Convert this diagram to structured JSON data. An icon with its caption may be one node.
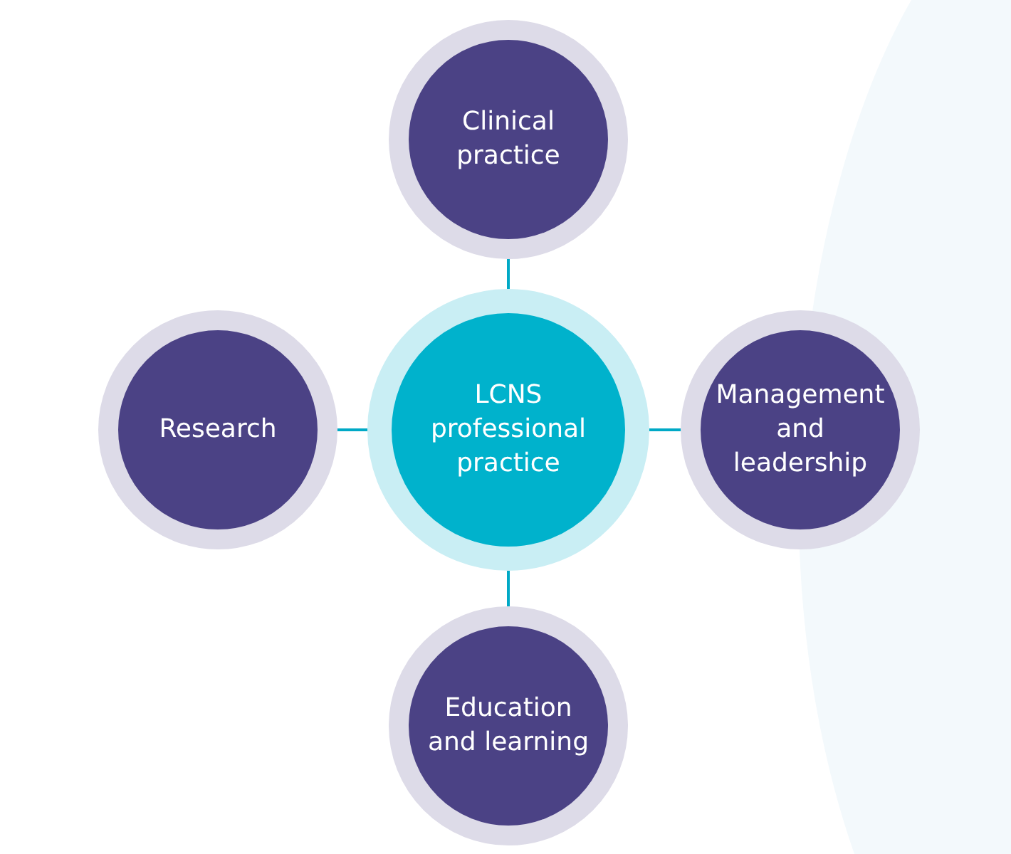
{
  "diagram": {
    "nodes": [
      {
        "text": [
          "Clinical practice"
        ]
      },
      {
        "text": [
          "Research"
        ]
      },
      {
        "text": [
          "LCNS professional practice"
        ]
      },
      {
        "text": [
          "Management and leadership"
        ]
      },
      {
        "text": [
          "Education and learning"
        ]
      }
    ],
    "edges": [
      {
        "from": 2,
        "to": 0,
        "arrow": "none"
      },
      {
        "from": 2,
        "to": 1,
        "arrow": "none"
      },
      {
        "from": 2,
        "to": 3,
        "arrow": "none"
      },
      {
        "from": 2,
        "to": 4,
        "arrow": "none"
      }
    ]
  }
}
